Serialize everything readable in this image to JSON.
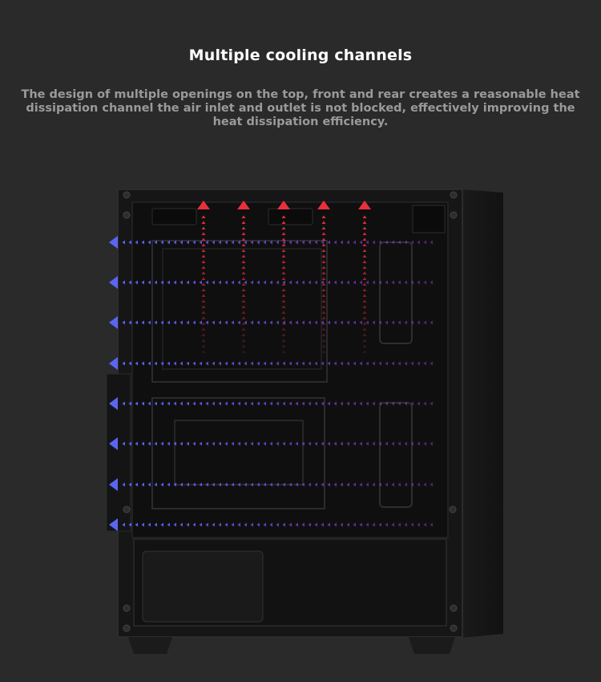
{
  "heading": {
    "title": "Multiple cooling channels",
    "description": "The design of multiple openings on the top, front and rear creates a reasonable heat dissipation channel the air inlet and outlet is not blocked, effectively improving the heat dissipation efficiency."
  },
  "airflow": {
    "exhaust_color": "#e8303a",
    "intake_color": "#5a66f0",
    "exhaust_channels": 5,
    "intake_channels": 8
  }
}
